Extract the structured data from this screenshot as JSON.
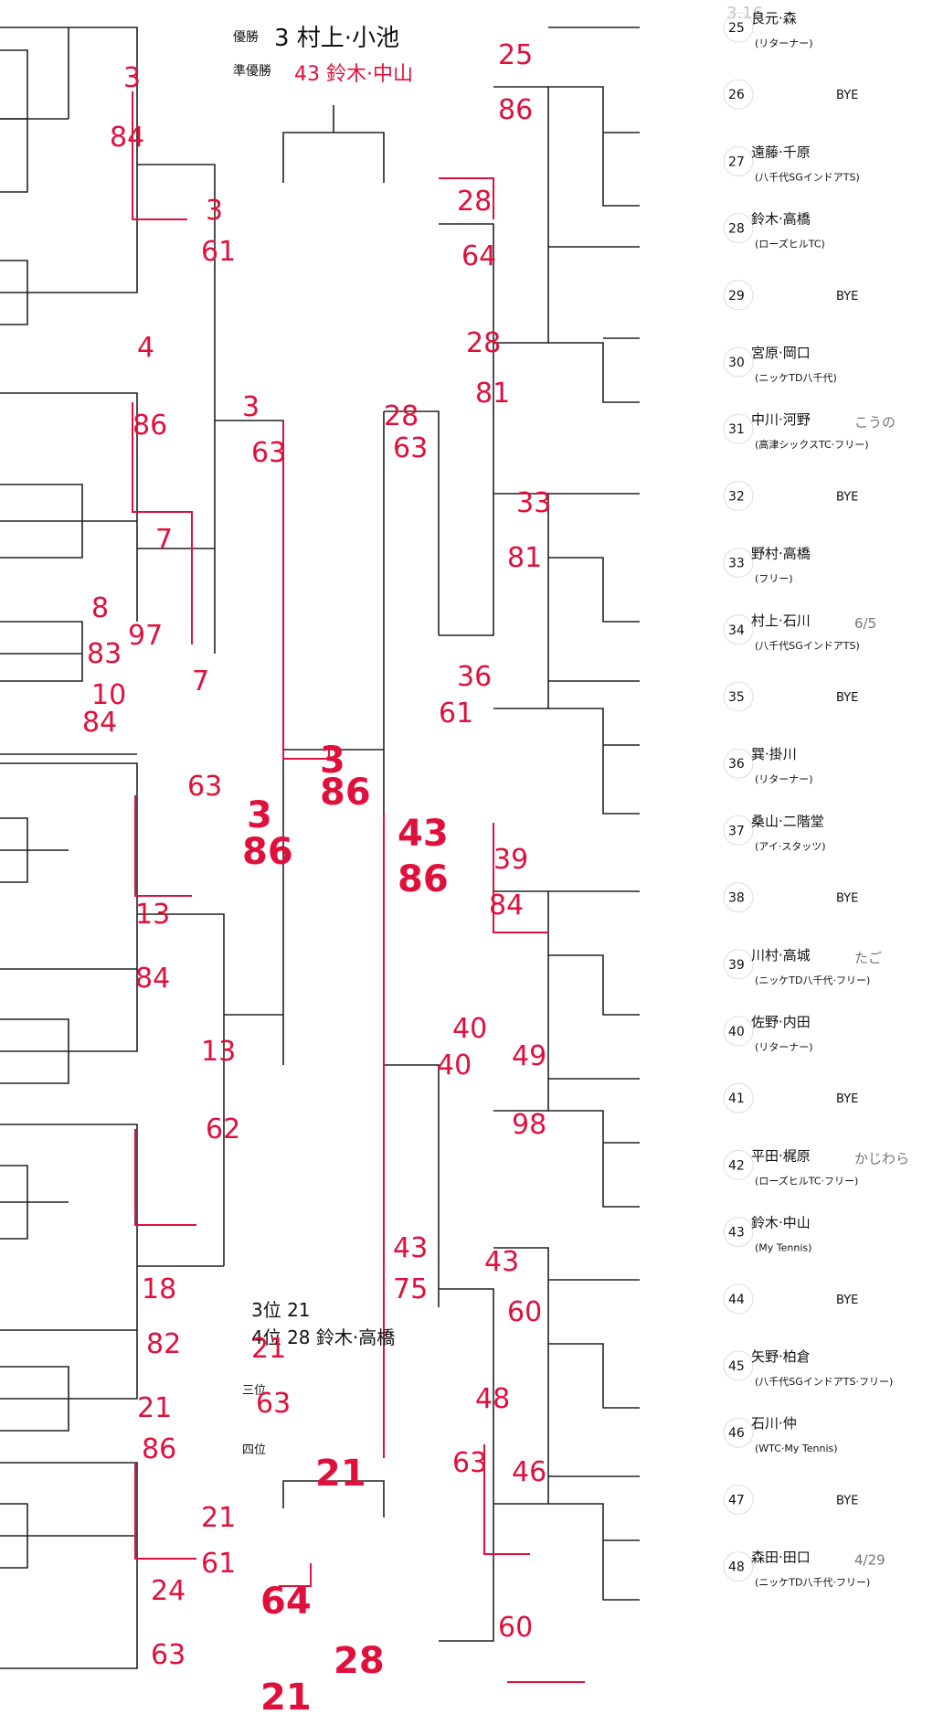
{
  "header": {
    "champion_label": "優勝",
    "champion_value": "3 村上·小池",
    "runner_up_label": "準優勝",
    "runner_up_value": "43 鈴木·中山",
    "third_place_label": "三位",
    "fourth_place_label": "四位",
    "third_place_note": "3位 21 ",
    "fourth_place_note": "4位 28 鈴木·高橋",
    "top_corner_mark": "3.16"
  },
  "entries": [
    {
      "no": "25",
      "name": "良元·森",
      "club": "(リターナー)"
    },
    {
      "no": "26",
      "name": "",
      "club": "",
      "bye": "BYE"
    },
    {
      "no": "27",
      "name": "遠藤·千原",
      "club": "(八千代SGインドアTS)"
    },
    {
      "no": "28",
      "name": "鈴木·高橋",
      "club": "(ローズヒルTC)"
    },
    {
      "no": "29",
      "name": "",
      "club": "",
      "bye": "BYE"
    },
    {
      "no": "30",
      "name": "宮原·岡口",
      "club": "(ニッケTD八千代)"
    },
    {
      "no": "31",
      "name": "中川·河野",
      "club": "(高津シックスTC·フリー)",
      "note": "こうの"
    },
    {
      "no": "32",
      "name": "",
      "club": "",
      "bye": "BYE"
    },
    {
      "no": "33",
      "name": "野村·高橋",
      "club": "(フリー)"
    },
    {
      "no": "34",
      "name": "村上·石川",
      "club": "(八千代SGインドアTS)",
      "note": "6/5"
    },
    {
      "no": "35",
      "name": "",
      "club": "",
      "bye": "BYE"
    },
    {
      "no": "36",
      "name": "巽·掛川",
      "club": "(リターナー)"
    },
    {
      "no": "37",
      "name": "桑山·二階堂",
      "club": "(アイ·スタッツ)"
    },
    {
      "no": "38",
      "name": "",
      "club": "",
      "bye": "BYE"
    },
    {
      "no": "39",
      "name": "川村·高城",
      "club": "(ニッケTD八千代·フリー)",
      "note": "たご"
    },
    {
      "no": "40",
      "name": "佐野·内田",
      "club": "(リターナー)"
    },
    {
      "no": "41",
      "name": "",
      "club": "",
      "bye": "BYE"
    },
    {
      "no": "42",
      "name": "平田·梶原",
      "club": "(ローズヒルTC·フリー)",
      "note": "かじわら"
    },
    {
      "no": "43",
      "name": "鈴木·中山",
      "club": "(My Tennis)"
    },
    {
      "no": "44",
      "name": "",
      "club": "",
      "bye": "BYE"
    },
    {
      "no": "45",
      "name": "矢野·柏倉",
      "club": "(八千代SGインドアTS·フリー)"
    },
    {
      "no": "46",
      "name": "石川·仲",
      "club": "(WTC·My Tennis)"
    },
    {
      "no": "47",
      "name": "",
      "club": "",
      "bye": "BYE"
    },
    {
      "no": "48",
      "name": "森田·田口",
      "club": "(ニッケTD八千代·フリー)",
      "note": "4/29"
    }
  ],
  "left_scores": [
    "3",
    "84",
    "3",
    "61",
    "4",
    "86",
    "3",
    "63",
    "7",
    "8",
    "97",
    "83",
    "7",
    "10",
    "84",
    "63",
    "3",
    "86",
    "3",
    "86",
    "13",
    "84",
    "13",
    "62",
    "18",
    "82",
    "21",
    "86",
    "21",
    "63",
    "21",
    "61",
    "24",
    "63"
  ],
  "right_scores": [
    "25",
    "86",
    "28",
    "64",
    "28",
    "81",
    "28",
    "63",
    "33",
    "81",
    "36",
    "61",
    "39",
    "84",
    "40",
    "40",
    "49",
    "98",
    "43",
    "86",
    "43",
    "75",
    "43",
    "60",
    "48",
    "63",
    "46",
    "60"
  ],
  "third_place_scores": [
    "21",
    "64",
    "21",
    "28"
  ],
  "colors": {
    "line": "#222222",
    "ink": "#e0103c",
    "text": "#111111"
  }
}
